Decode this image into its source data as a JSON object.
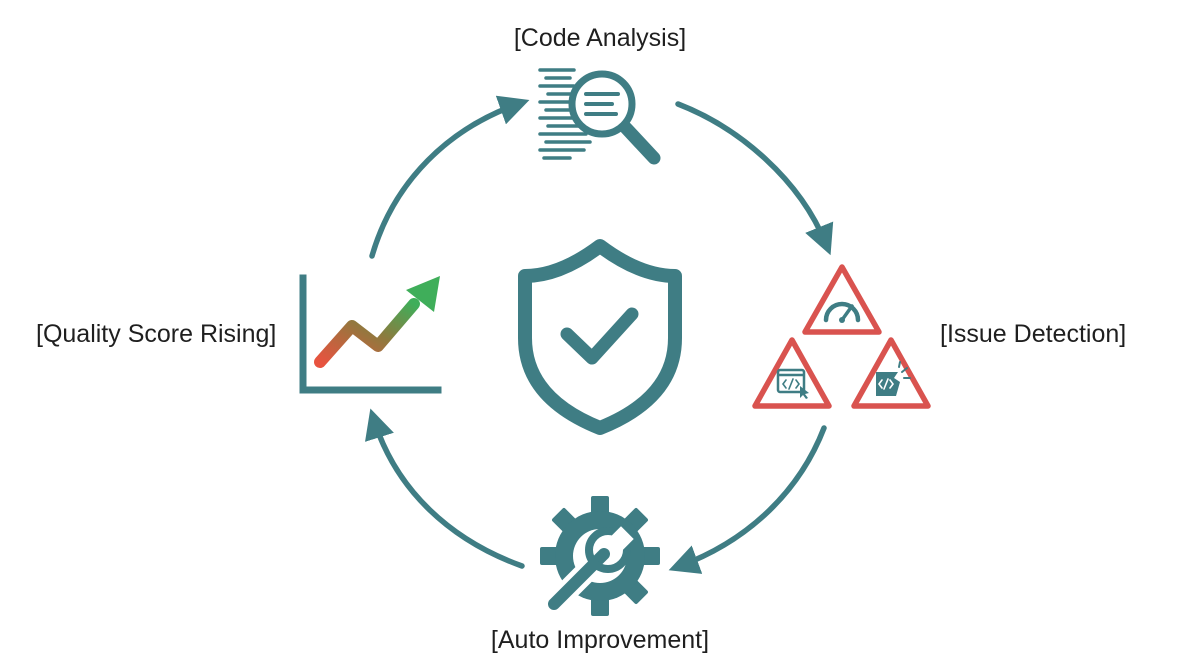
{
  "diagram": {
    "center_icon": "shield-check-icon",
    "steps": [
      {
        "label": "[Code Analysis]",
        "icon": "code-magnifier-icon"
      },
      {
        "label": "[Issue Detection]",
        "icon": "warning-triangles-icon"
      },
      {
        "label": "[Auto Improvement]",
        "icon": "gear-wrench-icon"
      },
      {
        "label": "[Quality Score Rising]",
        "icon": "rising-chart-icon"
      }
    ],
    "colors": {
      "teal": "#3f7d84",
      "alert_red": "#d9534f",
      "trend_start": "#e8533f",
      "trend_end": "#3fae5a",
      "text": "#1f1f1f"
    }
  }
}
